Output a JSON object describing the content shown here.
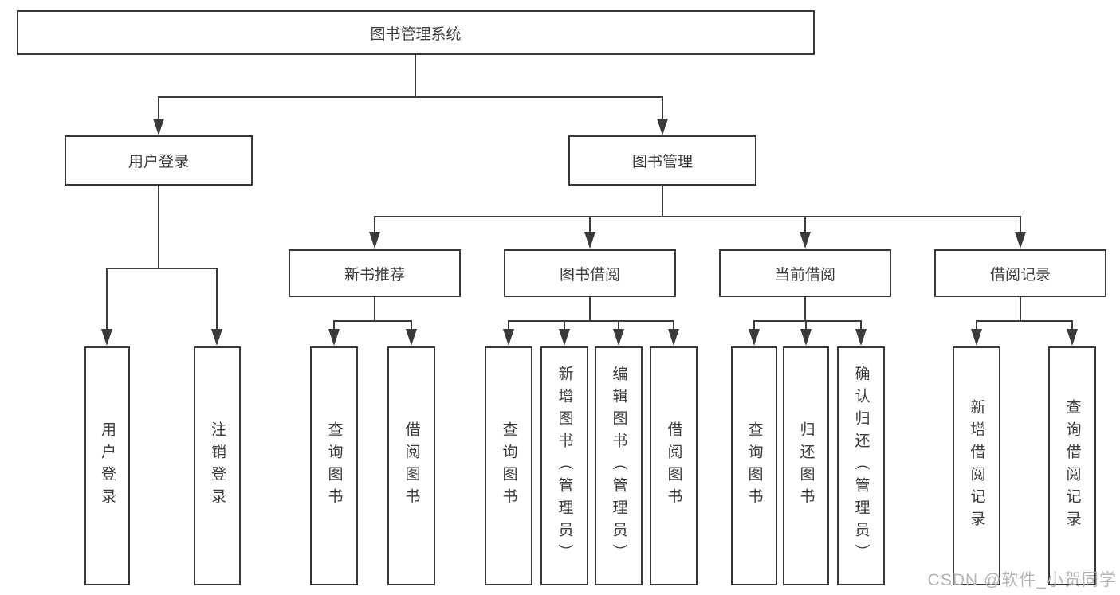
{
  "colors": {
    "background": "#ffffff",
    "line": "#3a3a3a",
    "box_border": "#373737",
    "text": "#3c3c3c",
    "watermark": "#b5b5b5"
  },
  "watermark": {
    "text": "CSDN @软件_小贺同学"
  },
  "diagram": {
    "root": {
      "label": "图书管理系统"
    },
    "level2": [
      {
        "label": "用户登录"
      },
      {
        "label": "图书管理"
      }
    ],
    "level3": [
      {
        "label": "新书推荐"
      },
      {
        "label": "图书借阅"
      },
      {
        "label": "当前借阅"
      },
      {
        "label": "借阅记录"
      }
    ],
    "leaves": {
      "user_login": [
        "用户登录",
        "注销登录"
      ],
      "new_book": [
        "查询图书",
        "借阅图书"
      ],
      "book_borrow": [
        "查询图书",
        "新增图书（管理员）",
        "编辑图书（管理员）",
        "借阅图书"
      ],
      "current_borrow": [
        "查询图书",
        "归还图书",
        "确认归还（管理员）"
      ],
      "borrow_record": [
        "新增借阅记录",
        "查询借阅记录"
      ]
    }
  }
}
